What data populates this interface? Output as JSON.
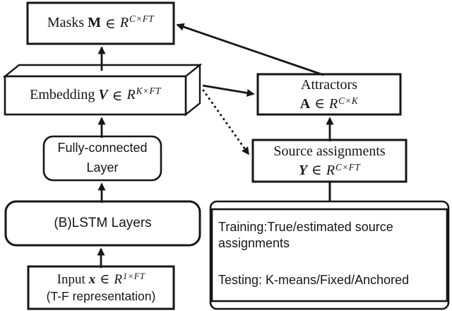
{
  "nodes": {
    "masks": {
      "word": "Masks",
      "symbol": "M",
      "element_of": "∈",
      "set_symbol": "R",
      "superscript": "C×FT"
    },
    "embedding": {
      "word": "Embedding",
      "symbol": "V",
      "element_of": "∈",
      "set_symbol": "R",
      "superscript": "K×FT"
    },
    "fully_connected": {
      "line1": "Fully-connected",
      "line2": "Layer"
    },
    "blstm": {
      "label": "(B)LSTM Layers"
    },
    "input": {
      "word": "Input",
      "symbol": "x",
      "element_of": "∈",
      "set_symbol": "R",
      "superscript": "1×FT",
      "line2": "(T-F representation)"
    },
    "attractors": {
      "word": "Attractors",
      "symbol": "A",
      "element_of": "∈",
      "set_symbol": "R",
      "superscript": "C×K"
    },
    "source_assignments": {
      "word": "Source assignments",
      "symbol": "Y",
      "element_of": "∈",
      "set_symbol": "R",
      "superscript": "C×FT"
    },
    "modes": {
      "training": "Training:True/estimated source assignments",
      "testing": "Testing: K-means/Fixed/Anchored"
    }
  },
  "edges": [
    {
      "from": "input",
      "to": "blstm",
      "style": "solid-arrow"
    },
    {
      "from": "blstm",
      "to": "fully_connected",
      "style": "solid-arrow"
    },
    {
      "from": "fully_connected",
      "to": "embedding",
      "style": "solid-arrow"
    },
    {
      "from": "embedding",
      "to": "masks",
      "style": "solid-arrow"
    },
    {
      "from": "embedding",
      "to": "attractors",
      "style": "solid-arrow"
    },
    {
      "from": "embedding",
      "to": "source_assignments",
      "style": "dotted-arrow"
    },
    {
      "from": "source_assignments",
      "to": "attractors",
      "style": "solid-arrow"
    },
    {
      "from": "attractors",
      "to": "masks",
      "style": "solid-arrow"
    },
    {
      "from": "modes",
      "to": "source_assignments",
      "style": "plain-line"
    }
  ],
  "colors": {
    "ink": "#161616",
    "background": "#ffffff"
  }
}
